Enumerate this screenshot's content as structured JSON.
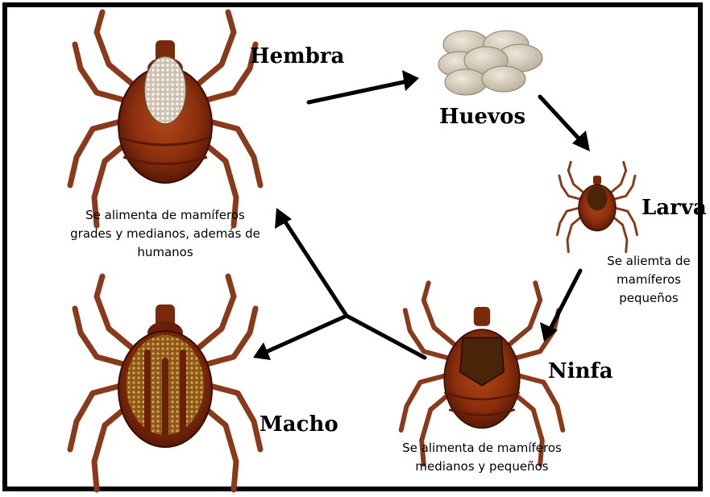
{
  "stages": {
    "hembra": {
      "name": "Hembra",
      "desc": [
        "Se alimenta de mamíferos",
        "grades y medianos, además de",
        "humanos"
      ]
    },
    "huevos": {
      "name": "Huevos"
    },
    "larva": {
      "name": "Larva",
      "desc": [
        "Se aliemta de",
        "mamíferos",
        "pequeños"
      ]
    },
    "ninfa": {
      "name": "Ninfa",
      "desc": [
        "Se alimenta de mamíferos",
        "medianos y pequeños"
      ]
    },
    "macho": {
      "name": "Macho"
    }
  },
  "colors": {
    "body_dark": "#5a1805",
    "body_mid": "#8a2e0c",
    "body_light": "#b2481a",
    "legs": "#8a3a1a",
    "shield_hembra": "#d8ccbc",
    "shield_macho": "#c88a3a",
    "shield_immature": "#4a2408",
    "egg": "#d9d0be",
    "arrow": "#000000"
  },
  "icons": [
    "tick-female-icon",
    "eggs-icon",
    "tick-larva-icon",
    "tick-nymph-icon",
    "tick-male-icon"
  ]
}
